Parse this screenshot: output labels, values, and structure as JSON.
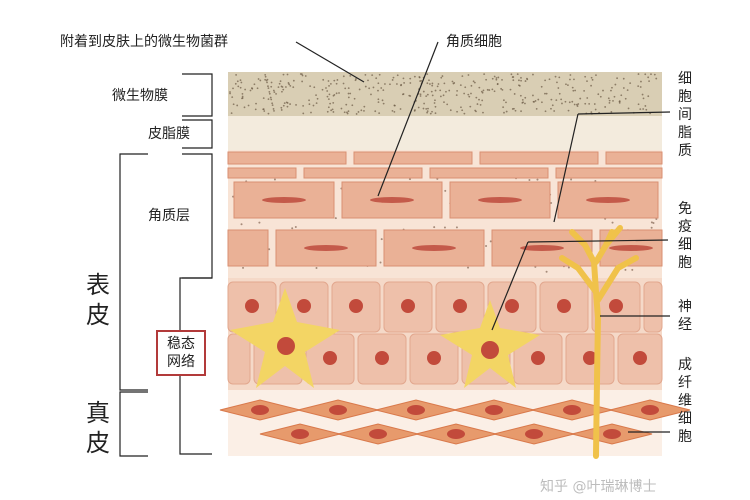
{
  "labels": {
    "microbiota": "附着到皮肤上的微生物菌群",
    "corneocyte": "角质细胞",
    "microbial_film": "微生物膜",
    "sebum_film": "皮脂膜",
    "stratum_corneum": "角质层",
    "intercellular_lipid": "细胞间脂质",
    "immune_cell": "免疫细胞",
    "homeostasis_network": "稳态网络",
    "nerve": "神经",
    "fibroblast": "成纤维细胞",
    "epidermis": "表皮",
    "dermis": "真皮"
  },
  "watermark": "知乎 @叶瑞琳博士",
  "colors": {
    "microbe_layer": "#d9ceb4",
    "sebum_layer": "#f3ebdd",
    "keratin_cell": "#eab196",
    "keratin_nucleus": "#c45a4a",
    "living_cell": "#eec0aa",
    "living_nucleus": "#c24a3b",
    "immune_cell": "#f3d564",
    "nerve": "#f0c24a",
    "fibroblast": "#e79a6c",
    "box_border": "#b23a3a"
  }
}
